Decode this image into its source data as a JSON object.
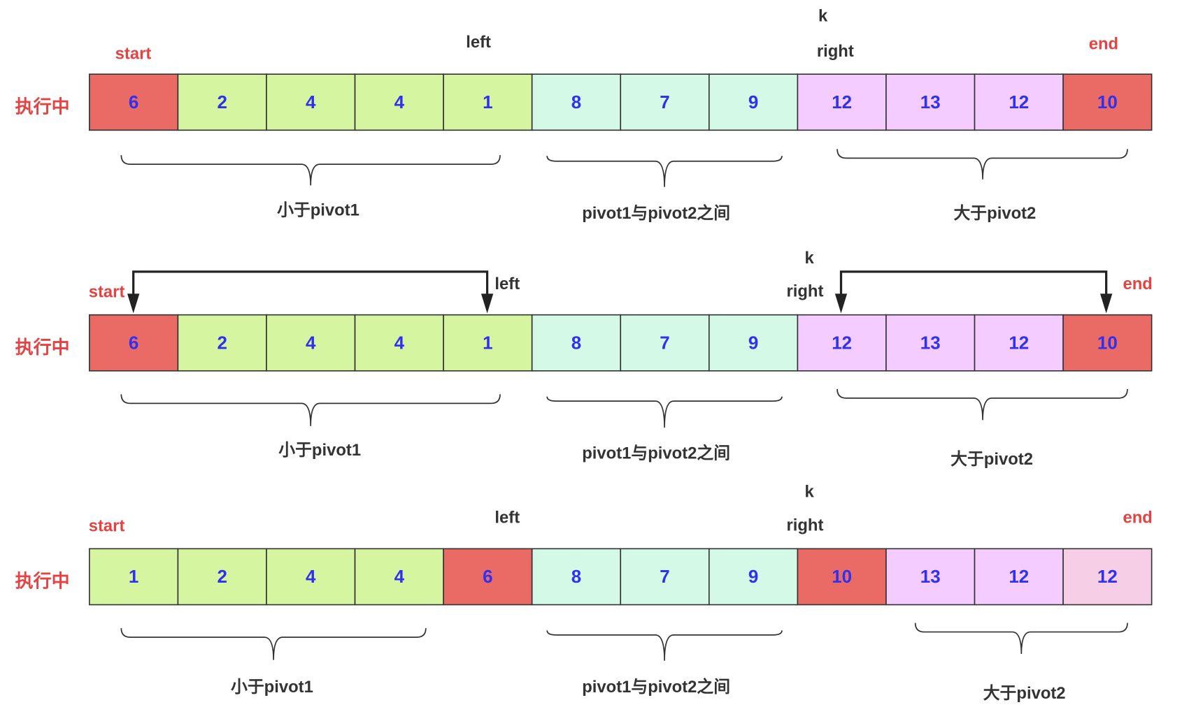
{
  "colors": {
    "number": "#3030f0",
    "highlight_label": "#e54343",
    "label": "#333333",
    "border": "#333333",
    "arrow": "#222222"
  },
  "rows": [
    {
      "row_label": "执行中",
      "markers": {
        "start": "start",
        "left": "left",
        "k": "k",
        "right": "right",
        "end": "end"
      },
      "cells": [
        {
          "value": "6",
          "fill": "#ea6b66"
        },
        {
          "value": "2",
          "fill": "#d6f5a0"
        },
        {
          "value": "4",
          "fill": "#d6f5a0"
        },
        {
          "value": "4",
          "fill": "#d6f5a0"
        },
        {
          "value": "1",
          "fill": "#d6f5a0"
        },
        {
          "value": "8",
          "fill": "#d4f9e6"
        },
        {
          "value": "7",
          "fill": "#d4f9e6"
        },
        {
          "value": "9",
          "fill": "#d4f9e6"
        },
        {
          "value": "12",
          "fill": "#f4ccff"
        },
        {
          "value": "13",
          "fill": "#f4ccff"
        },
        {
          "value": "12",
          "fill": "#f4ccff"
        },
        {
          "value": "10",
          "fill": "#ea6b66"
        }
      ],
      "groups": [
        "小于pivot1",
        "pivot1与pivot2之间",
        "大于pivot2"
      ]
    },
    {
      "row_label": "执行中",
      "markers": {
        "start": "start",
        "left": "left",
        "k": "k",
        "right": "right",
        "end": "end"
      },
      "cells": [
        {
          "value": "6",
          "fill": "#ea6b66"
        },
        {
          "value": "2",
          "fill": "#d6f5a0"
        },
        {
          "value": "4",
          "fill": "#d6f5a0"
        },
        {
          "value": "4",
          "fill": "#d6f5a0"
        },
        {
          "value": "1",
          "fill": "#d6f5a0"
        },
        {
          "value": "8",
          "fill": "#d4f9e6"
        },
        {
          "value": "7",
          "fill": "#d4f9e6"
        },
        {
          "value": "9",
          "fill": "#d4f9e6"
        },
        {
          "value": "12",
          "fill": "#f4ccff"
        },
        {
          "value": "13",
          "fill": "#f4ccff"
        },
        {
          "value": "12",
          "fill": "#f4ccff"
        },
        {
          "value": "10",
          "fill": "#ea6b66"
        }
      ],
      "groups": [
        "小于pivot1",
        "pivot1与pivot2之间",
        "大于pivot2"
      ]
    },
    {
      "row_label": "执行中",
      "markers": {
        "start": "start",
        "left": "left",
        "k": "k",
        "right": "right",
        "end": "end"
      },
      "cells": [
        {
          "value": "1",
          "fill": "#d6f5a0"
        },
        {
          "value": "2",
          "fill": "#d6f5a0"
        },
        {
          "value": "4",
          "fill": "#d6f5a0"
        },
        {
          "value": "4",
          "fill": "#d6f5a0"
        },
        {
          "value": "6",
          "fill": "#ea6b66"
        },
        {
          "value": "8",
          "fill": "#d4f9e6"
        },
        {
          "value": "7",
          "fill": "#d4f9e6"
        },
        {
          "value": "9",
          "fill": "#d4f9e6"
        },
        {
          "value": "10",
          "fill": "#ea6b66"
        },
        {
          "value": "13",
          "fill": "#f4ccff"
        },
        {
          "value": "12",
          "fill": "#f4ccff"
        },
        {
          "value": "12",
          "fill": "#f6cfe6"
        }
      ],
      "groups": [
        "小于pivot1",
        "pivot1与pivot2之间",
        "大于pivot2"
      ]
    }
  ]
}
